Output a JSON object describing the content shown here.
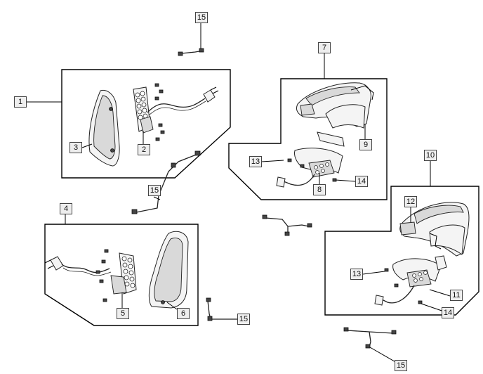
{
  "callouts": [
    {
      "id": "c15a",
      "label": "15"
    },
    {
      "id": "c1",
      "label": "1"
    },
    {
      "id": "c2",
      "label": "2"
    },
    {
      "id": "c3",
      "label": "3"
    },
    {
      "id": "c15b",
      "label": "15"
    },
    {
      "id": "c4",
      "label": "4"
    },
    {
      "id": "c5",
      "label": "5"
    },
    {
      "id": "c6",
      "label": "6"
    },
    {
      "id": "c15c",
      "label": "15"
    },
    {
      "id": "c7",
      "label": "7"
    },
    {
      "id": "c9",
      "label": "9"
    },
    {
      "id": "c13a",
      "label": "13"
    },
    {
      "id": "c8",
      "label": "8"
    },
    {
      "id": "c14a",
      "label": "14"
    },
    {
      "id": "c10",
      "label": "10"
    },
    {
      "id": "c12",
      "label": "12"
    },
    {
      "id": "c13b",
      "label": "13"
    },
    {
      "id": "c11",
      "label": "11"
    },
    {
      "id": "c14b",
      "label": "14"
    },
    {
      "id": "c15d",
      "label": "15"
    }
  ]
}
